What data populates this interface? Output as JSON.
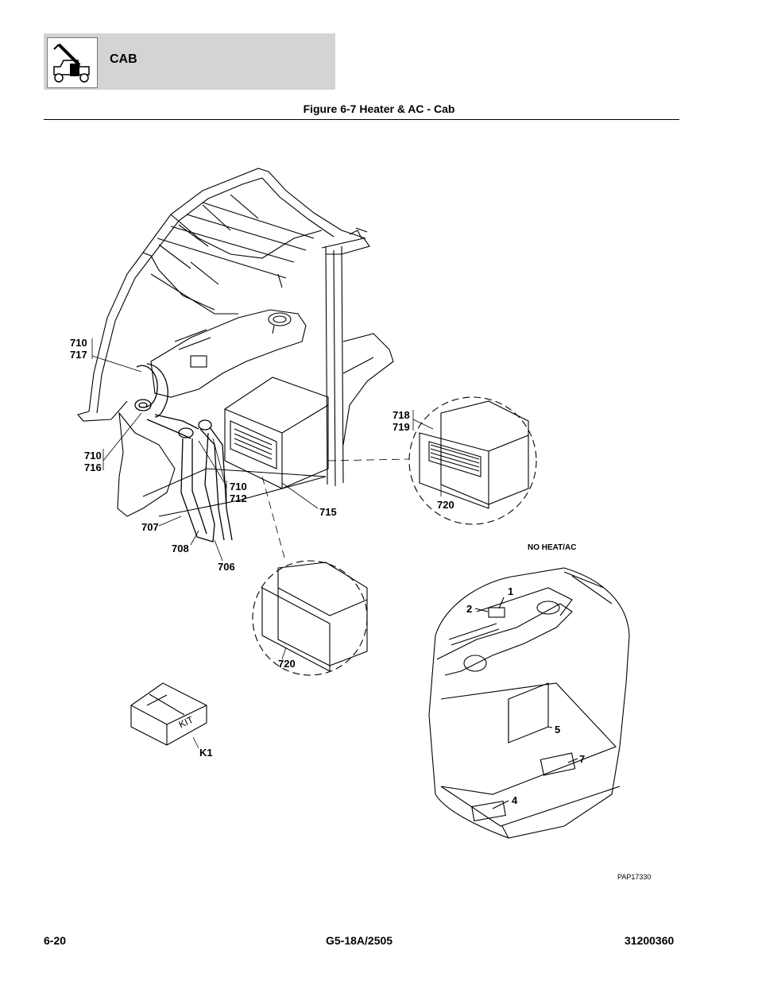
{
  "header": {
    "section": "CAB",
    "icon": "telehandler-icon"
  },
  "figure": {
    "title": "Figure 6-7 Heater & AC - Cab"
  },
  "callouts": {
    "c710a": "710",
    "c717": "717",
    "c710b": "710",
    "c716": "716",
    "c710c": "710",
    "c712": "712",
    "c715": "715",
    "c707": "707",
    "c708": "708",
    "c706": "706",
    "c718": "718",
    "c719": "719",
    "c720a": "720",
    "c720b": "720",
    "kit_label": "KIT",
    "k1": "K1",
    "n1": "1",
    "n2": "2",
    "n5": "5",
    "n7": "7",
    "n4": "4"
  },
  "notes": {
    "no_heat_ac": "NO HEAT/AC",
    "drawing_ref": "PAP17330"
  },
  "footer": {
    "page": "6-20",
    "model": "G5-18A/2505",
    "manual": "31200360"
  }
}
